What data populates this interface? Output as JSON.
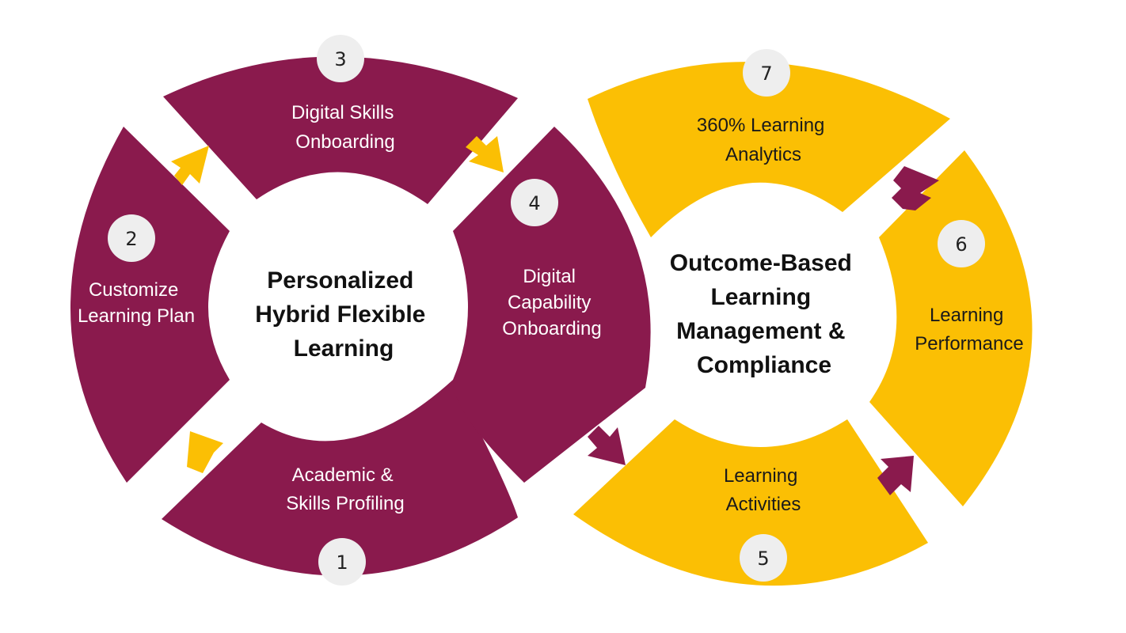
{
  "colors": {
    "maroon": "#8a1a4d",
    "gold": "#fbbf04",
    "circle": "#eeeeee",
    "white": "#ffffff"
  },
  "left_cycle": {
    "center_lines": [
      "Personalized",
      "Hybrid Flexible",
      "Learning"
    ],
    "steps": [
      {
        "number": "1",
        "lines": [
          "Academic &",
          "Skills Profiling"
        ]
      },
      {
        "number": "2",
        "lines": [
          "Customize",
          "Learning Plan"
        ]
      },
      {
        "number": "3",
        "lines": [
          "Digital Skills",
          "Onboarding"
        ]
      },
      {
        "number": "4",
        "lines": [
          "Digital",
          "Capability",
          "Onboarding"
        ]
      }
    ]
  },
  "right_cycle": {
    "center_lines": [
      "Outcome-Based",
      "Learning",
      "Management &",
      "Compliance"
    ],
    "steps": [
      {
        "number": "5",
        "lines": [
          "Learning",
          "Activities"
        ]
      },
      {
        "number": "6",
        "lines": [
          "Learning",
          "Performance"
        ]
      },
      {
        "number": "7",
        "lines": [
          "360% Learning",
          "Analytics"
        ]
      }
    ]
  }
}
